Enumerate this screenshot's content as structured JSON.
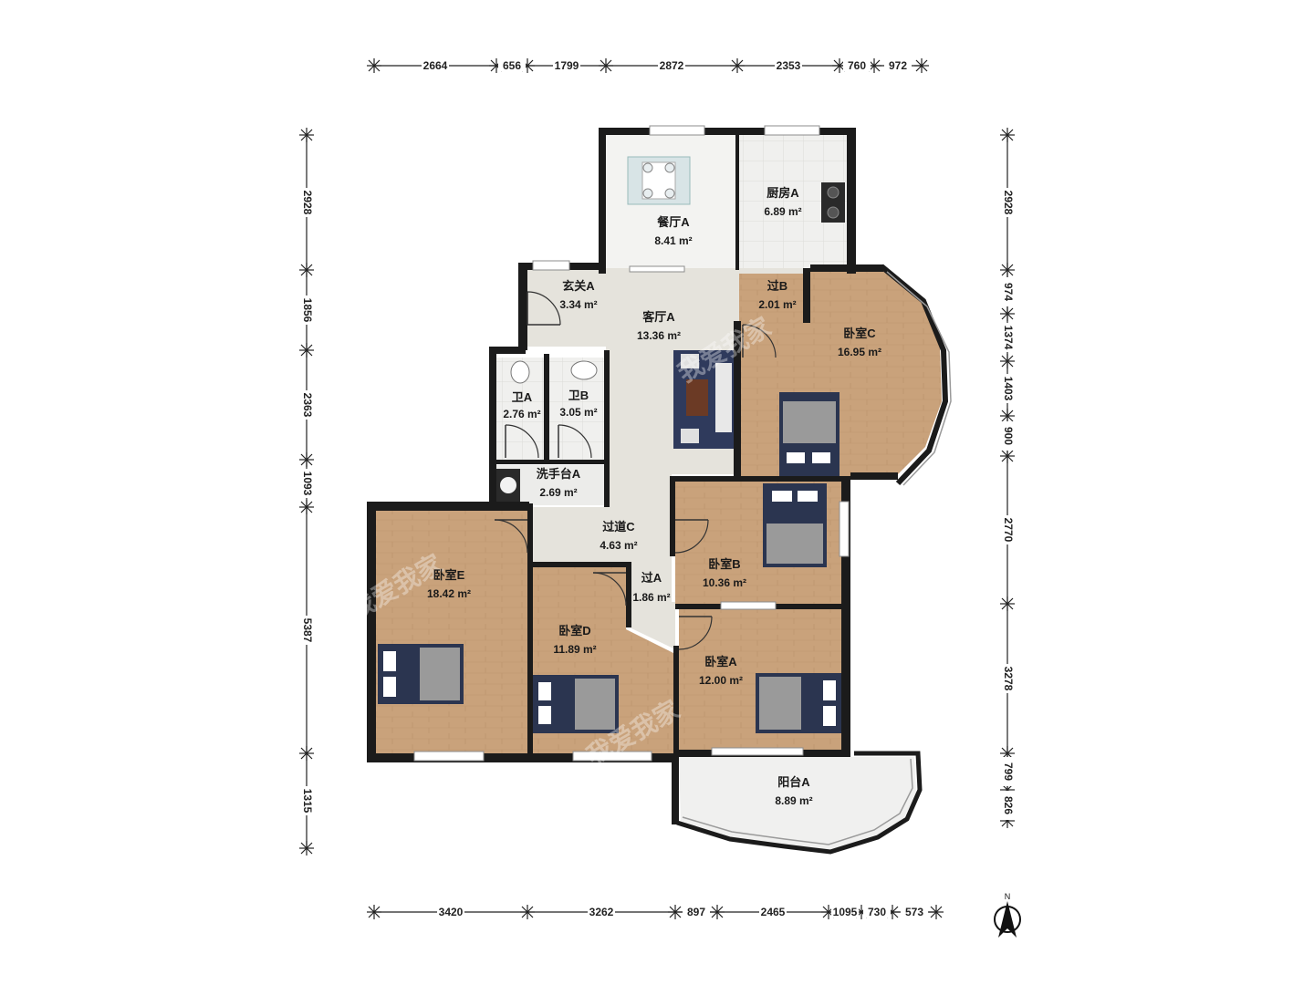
{
  "rooms": {
    "dining": {
      "name": "餐厅A",
      "area": "8.41 m²"
    },
    "kitchen": {
      "name": "厨房A",
      "area": "6.89 m²"
    },
    "entry": {
      "name": "玄关A",
      "area": "3.34 m²"
    },
    "living": {
      "name": "客厅A",
      "area": "13.36 m²"
    },
    "passB": {
      "name": "过B",
      "area": "2.01 m²"
    },
    "bedC": {
      "name": "卧室C",
      "area": "16.95 m²"
    },
    "bathA": {
      "name": "卫A",
      "area": "2.76 m²"
    },
    "bathB": {
      "name": "卫B",
      "area": "3.05 m²"
    },
    "washA": {
      "name": "洗手台A",
      "area": "2.69 m²"
    },
    "corridorC": {
      "name": "过道C",
      "area": "4.63 m²"
    },
    "bedB": {
      "name": "卧室B",
      "area": "10.36 m²"
    },
    "bedE": {
      "name": "卧室E",
      "area": "18.42 m²"
    },
    "passA": {
      "name": "过A",
      "area": "1.86 m²"
    },
    "bedD": {
      "name": "卧室D",
      "area": "11.89 m²"
    },
    "bedA": {
      "name": "卧室A",
      "area": "12.00 m²"
    },
    "balcony": {
      "name": "阳台A",
      "area": "8.89 m²"
    }
  },
  "dimensions": {
    "top": [
      "2664",
      "656",
      "1799",
      "2872",
      "2353",
      "760",
      "972"
    ],
    "bottom": [
      "3420",
      "3262",
      "897",
      "2465",
      "1095",
      "730",
      "573"
    ],
    "left": [
      "2928",
      "1856",
      "2363",
      "1093",
      "5387",
      "1315"
    ],
    "right": [
      "2928",
      "974",
      "1374",
      "1403",
      "900",
      "2770",
      "3278",
      "799",
      "826"
    ]
  },
  "watermark": {
    "text": "我爱我家"
  },
  "compass": {
    "label": "N"
  },
  "colors": {
    "wall": "#1b1b1b",
    "wood_floor": "#c9a27b",
    "tile_floor": "#ececea",
    "background": "#ffffff"
  }
}
